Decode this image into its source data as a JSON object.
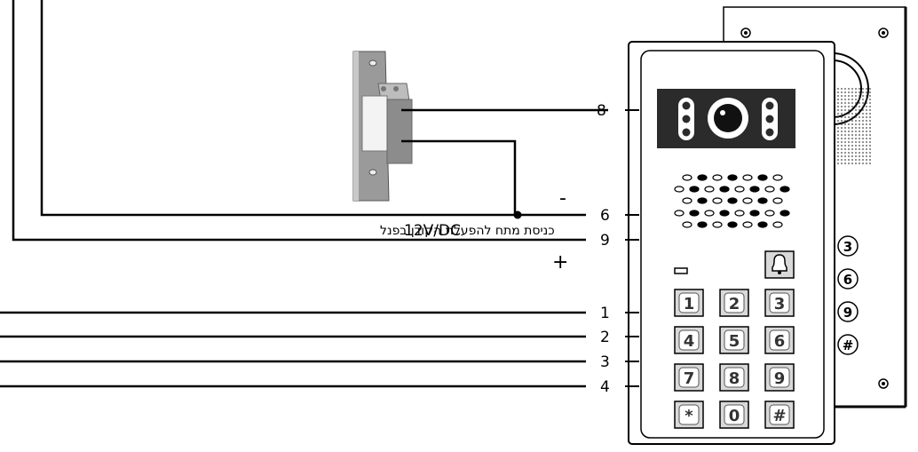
{
  "labels": {
    "minus": "-",
    "plus": "+",
    "voltage": "12V/DC",
    "hebrew_note": "כניסת מתח להפעלת הקודן בפנל"
  },
  "terminals": [
    {
      "id": "t8",
      "label": "8"
    },
    {
      "id": "t6",
      "label": "6"
    },
    {
      "id": "t9",
      "label": "9"
    },
    {
      "id": "t1",
      "label": "1"
    },
    {
      "id": "t2",
      "label": "2"
    },
    {
      "id": "t3",
      "label": "3"
    },
    {
      "id": "t4",
      "label": "4"
    }
  ],
  "keypad": {
    "keys": [
      "1",
      "2",
      "3",
      "4",
      "5",
      "6",
      "7",
      "8",
      "9",
      "*",
      "0",
      "#"
    ],
    "bell_icon": "bell-icon"
  },
  "back_panel": {
    "circled_keys": [
      "3",
      "6",
      "9",
      "#"
    ]
  },
  "colors": {
    "line": "#000000",
    "panel_fill": "#ffffff",
    "camera_fill": "#2b2b2b",
    "strike_fill": "#9a9a9a"
  }
}
